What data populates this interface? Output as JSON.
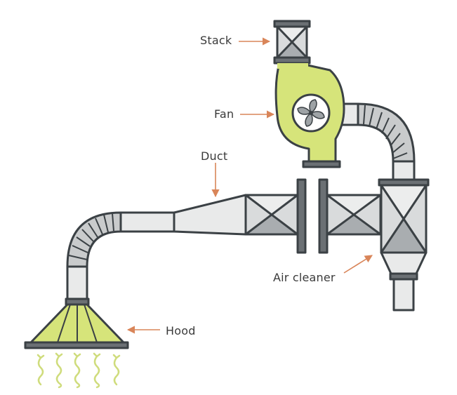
{
  "labels": {
    "stack": "Stack",
    "fan": "Fan",
    "duct": "Duct",
    "air_cleaner": "Air cleaner",
    "hood": "Hood"
  },
  "colors": {
    "outline": "#3b4145",
    "duct_fill": "#e9eaea",
    "panel_fill": "#c9cbcc",
    "dark_fill": "#6b7074",
    "accent_yellow": "#d6e47a",
    "arrow": "#d98559",
    "wavy_lines": "#cfdc7c"
  },
  "icons": [
    "fan-blade-icon",
    "arrow-icon",
    "airflow-wave-icon"
  ]
}
